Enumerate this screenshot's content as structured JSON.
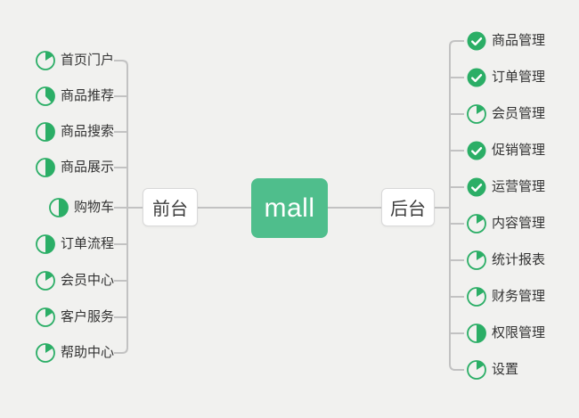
{
  "root": {
    "label": "mall"
  },
  "branches": {
    "front": {
      "label": "前台",
      "items": [
        {
          "label": "首页门户",
          "icon": "progress-pie",
          "progress": 0.16
        },
        {
          "label": "商品推荐",
          "icon": "progress-pie",
          "progress": 0.375
        },
        {
          "label": "商品搜索",
          "icon": "progress-pie",
          "progress": 0.5
        },
        {
          "label": "商品展示",
          "icon": "progress-pie",
          "progress": 0.5
        },
        {
          "label": "购物车",
          "icon": "progress-pie",
          "progress": 0.5
        },
        {
          "label": "订单流程",
          "icon": "progress-pie",
          "progress": 0.5
        },
        {
          "label": "会员中心",
          "icon": "progress-pie",
          "progress": 0.16
        },
        {
          "label": "客户服务",
          "icon": "progress-pie",
          "progress": 0.16
        },
        {
          "label": "帮助中心",
          "icon": "progress-pie",
          "progress": 0.16
        }
      ]
    },
    "back": {
      "label": "后台",
      "items": [
        {
          "label": "商品管理",
          "icon": "check-circle"
        },
        {
          "label": "订单管理",
          "icon": "check-circle"
        },
        {
          "label": "会员管理",
          "icon": "progress-pie",
          "progress": 0.16
        },
        {
          "label": "促销管理",
          "icon": "check-circle"
        },
        {
          "label": "运营管理",
          "icon": "check-circle"
        },
        {
          "label": "内容管理",
          "icon": "progress-pie",
          "progress": 0.16
        },
        {
          "label": "统计报表",
          "icon": "progress-pie",
          "progress": 0.16
        },
        {
          "label": "财务管理",
          "icon": "progress-pie",
          "progress": 0.16
        },
        {
          "label": "权限管理",
          "icon": "progress-pie",
          "progress": 0.5
        },
        {
          "label": "设置",
          "icon": "progress-pie",
          "progress": 0.16
        }
      ]
    }
  },
  "colors": {
    "background": "#F1F1EF",
    "icon_green": "#2BAE66",
    "node_green": "#4FBE8C",
    "line": "#C2C2C2",
    "text": "#333333",
    "node_text": "#3C3C3C",
    "node_border": "#D9D9D9"
  }
}
